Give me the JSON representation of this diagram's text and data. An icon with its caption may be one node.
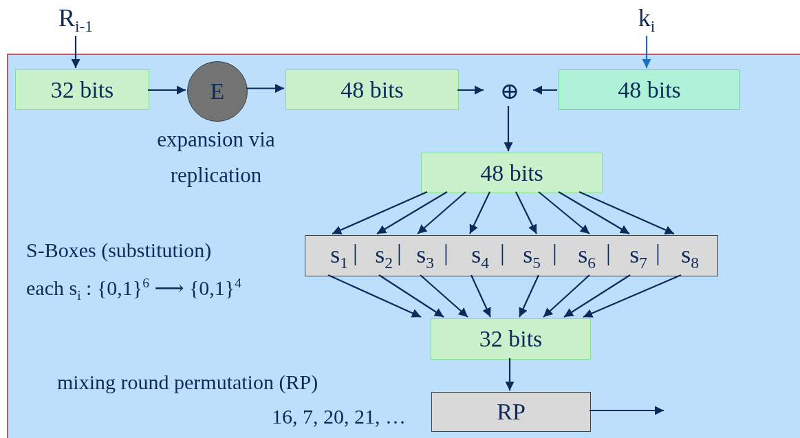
{
  "diagram": {
    "nodes": [
      {
        "text": [],
        "shape": "box"
      },
      {
        "text": [
          "R$_{i-1}$"
        ]
      },
      {
        "text": [
          "k$_{i}$"
        ]
      },
      {
        "text": [
          "32 bits"
        ],
        "in": 0
      },
      {
        "text": [
          "E"
        ],
        "in": 0,
        "beside": [
          "expansion via replication"
        ]
      },
      {
        "text": [
          "48 bits"
        ],
        "in": 0
      },
      {
        "text": [
          "⊕"
        ],
        "in": 0
      },
      {
        "text": [
          "48 bits"
        ],
        "in": 0
      },
      {
        "text": [
          "48 bits"
        ],
        "in": 0
      },
      {
        "text": [],
        "shape": "box",
        "in": 0
      },
      {
        "text": [
          "s$_{1}$"
        ],
        "in": 9
      },
      {
        "text": [
          "s$_{2}$"
        ],
        "in": 9
      },
      {
        "text": [
          "s$_{3}$"
        ],
        "in": 9
      },
      {
        "text": [
          "s$_{4}$"
        ],
        "in": 9
      },
      {
        "text": [
          "s$_{5}$"
        ],
        "in": 9
      },
      {
        "text": [
          "s$_{6}$"
        ],
        "in": 9
      },
      {
        "text": [
          "s$_{7}$"
        ],
        "in": 9
      },
      {
        "text": [
          "s$_{8}$"
        ],
        "in": 9
      },
      {
        "text": [
          "32 bits"
        ],
        "in": 0
      },
      {
        "text": [
          "RP"
        ],
        "in": 0
      }
    ],
    "edges": [
      {
        "from": 1,
        "to": 3,
        "arrow": "to"
      },
      {
        "from": 2,
        "to": 7,
        "arrow": "to",
        "color": "#1a6fc4"
      },
      {
        "from": 3,
        "to": 4,
        "arrow": "to"
      },
      {
        "from": 4,
        "to": 5,
        "arrow": "to"
      },
      {
        "from": 5,
        "to": 6,
        "arrow": "to"
      },
      {
        "from": 7,
        "to": 6,
        "arrow": "to"
      },
      {
        "from": 6,
        "to": 8,
        "arrow": "to"
      },
      {
        "from": 8,
        "to": 10,
        "arrow": "to"
      },
      {
        "from": 8,
        "to": 11,
        "arrow": "to"
      },
      {
        "from": 8,
        "to": 12,
        "arrow": "to"
      },
      {
        "from": 8,
        "to": 13,
        "arrow": "to"
      },
      {
        "from": 8,
        "to": 14,
        "arrow": "to"
      },
      {
        "from": 8,
        "to": 15,
        "arrow": "to"
      },
      {
        "from": 8,
        "to": 16,
        "arrow": "to"
      },
      {
        "from": 8,
        "to": 17,
        "arrow": "to"
      },
      {
        "from": 10,
        "to": 18,
        "arrow": "to"
      },
      {
        "from": 11,
        "to": 18,
        "arrow": "to"
      },
      {
        "from": 12,
        "to": 18,
        "arrow": "to"
      },
      {
        "from": 13,
        "to": 18,
        "arrow": "to"
      },
      {
        "from": 14,
        "to": 18,
        "arrow": "to"
      },
      {
        "from": 15,
        "to": 18,
        "arrow": "to"
      },
      {
        "from": 16,
        "to": 18,
        "arrow": "to"
      },
      {
        "from": 17,
        "to": 18,
        "arrow": "to"
      },
      {
        "from": 18,
        "to": 19,
        "arrow": "to"
      },
      {
        "from": 19,
        "to": null,
        "arrow": "to"
      }
    ],
    "labels": [
      "S-Boxes (substitution)",
      "each s$_{i}$ : {0,1}$^{6}$ ⟶ {0,1}$^{4}$",
      "mixing round permutation (RP)",
      "16, 7, 20, 21, …",
      "|",
      "|",
      "|",
      "|",
      "|",
      "|",
      "|"
    ]
  }
}
